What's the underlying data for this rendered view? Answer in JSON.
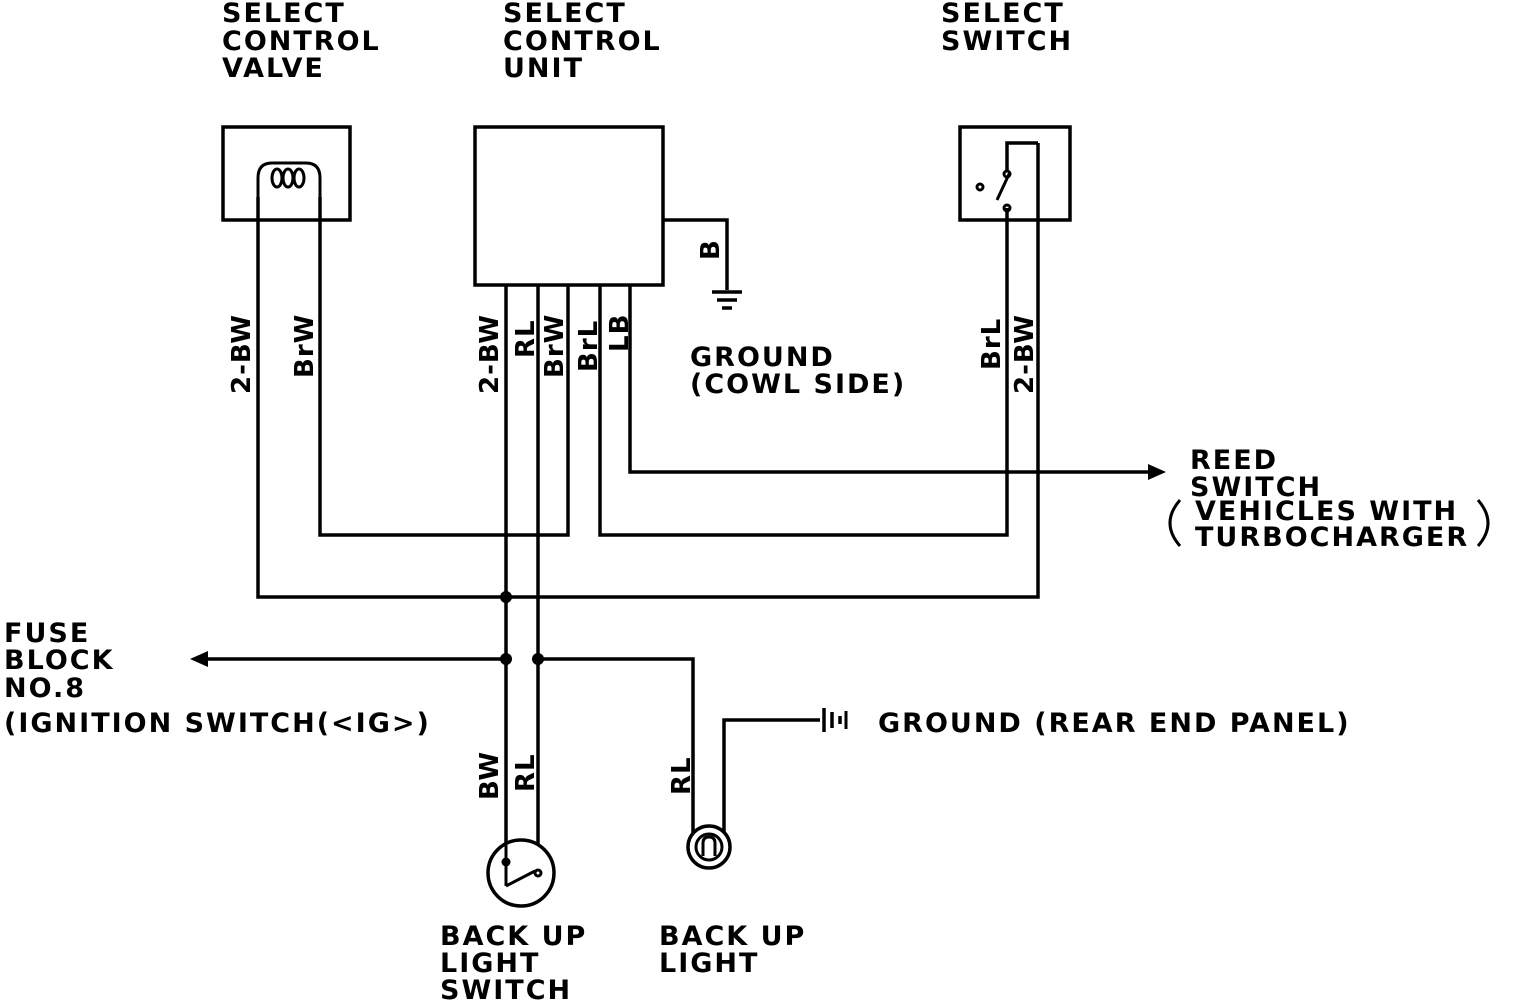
{
  "labels": {
    "valve": [
      "SELECT",
      "CONTROL",
      "VALVE"
    ],
    "unit": [
      "SELECT",
      "CONTROL",
      "UNIT"
    ],
    "switch": [
      "SELECT",
      "SWITCH"
    ],
    "ground_cowl": [
      "GROUND",
      "(COWL SIDE)"
    ],
    "reed_switch": [
      "REED",
      "SWITCH",
      "VEHICLES WITH",
      "TURBOCHARGER"
    ],
    "fuse_block": [
      "FUSE",
      "BLOCK",
      "NO.8",
      "(IGNITION SWITCH(<IG>)"
    ],
    "ground_rear": "GROUND (REAR END PANEL)",
    "backup_switch": [
      "BACK UP",
      "LIGHT",
      "SWITCH"
    ],
    "backup_light": [
      "BACK UP",
      "LIGHT"
    ]
  },
  "wire_colors": {
    "valve_left": "2-BW",
    "valve_right": "BrW",
    "unit_1": "2-BW",
    "unit_2": "RL",
    "unit_3": "BrW",
    "unit_4": "BrL",
    "unit_5": "LB",
    "unit_ground": "B",
    "switch_left": "BrL",
    "switch_right": "2-BW",
    "bus_bw": "BW",
    "bus_rl": "RL",
    "light": "RL"
  }
}
